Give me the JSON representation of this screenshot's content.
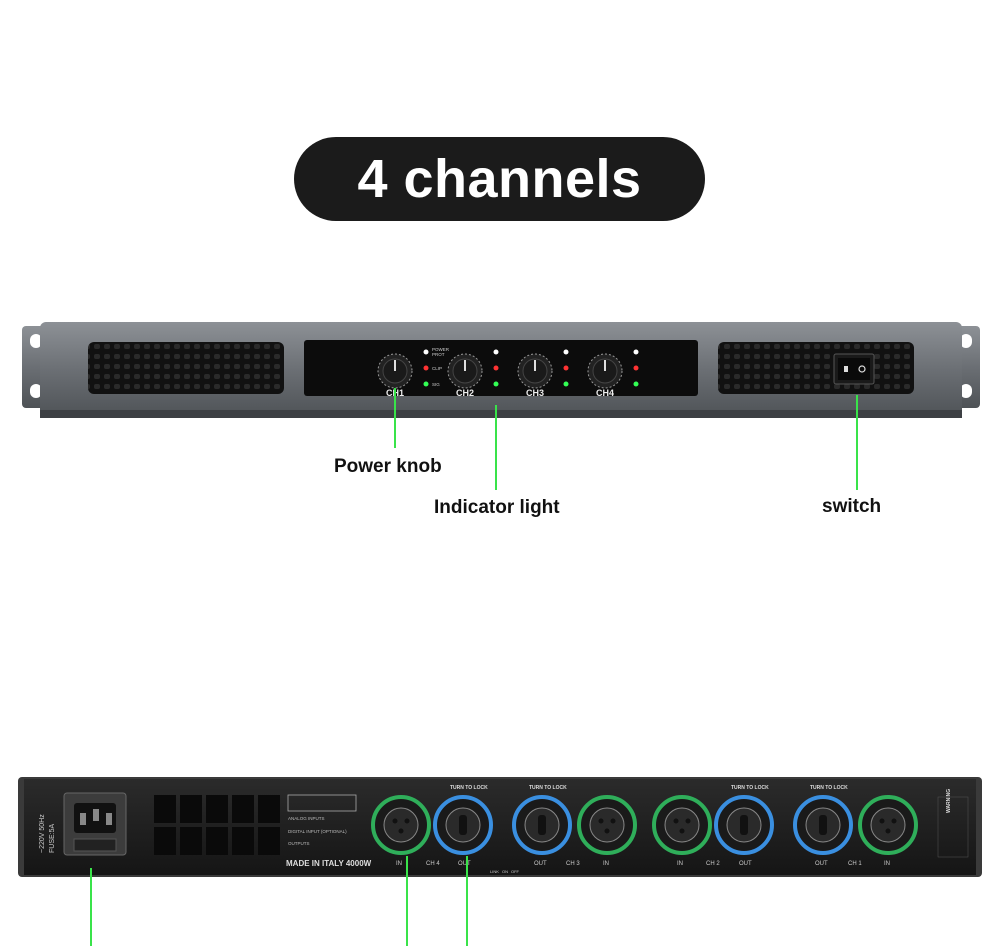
{
  "title": "4 channels",
  "front_panel": {
    "channels": [
      "CH1",
      "CH2",
      "CH3",
      "CH4"
    ],
    "led_labels": {
      "power": "POWER",
      "prot": "PROT",
      "clip": "CLIP",
      "sig": "SIG"
    },
    "callouts": {
      "power_knob": "Power knob",
      "indicator_light": "Indicator light",
      "switch": "switch"
    }
  },
  "rear_panel": {
    "voltage_text": "~220V 50Hz",
    "fuse_text": "FUSE:5A",
    "spec_lines": [
      "ANALOG INPUTS",
      "DIGITAL INPUT (OPTIONAL)",
      "OUTPUTS"
    ],
    "made_in": "MADE IN ITALY 4000W",
    "turn_to_lock": "TURN TO LOCK",
    "port_labels": [
      "IN",
      "CH 4",
      "OUT",
      "OUT",
      "CH 3",
      "IN",
      "IN",
      "CH 2",
      "OUT",
      "OUT",
      "CH 1",
      "IN"
    ],
    "switch_labels": [
      "LINK",
      "ON",
      "OFF"
    ],
    "warning_title": "WARNING"
  },
  "colors": {
    "accent_green": "#39e34a",
    "pill_bg": "#1b1b1b",
    "connector_green": "#2fae5a",
    "connector_blue": "#3a8fe0"
  }
}
